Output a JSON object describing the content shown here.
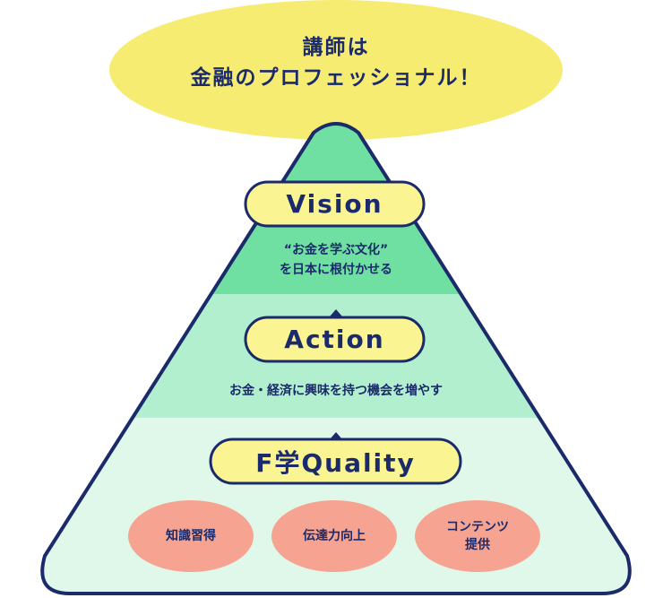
{
  "headline": {
    "line1": "講師は",
    "line2": "金融のプロフェッショナル！"
  },
  "tiers": {
    "vision": {
      "label": "Vision",
      "text_line1": "“お金を学ぶ文化”",
      "text_line2": "を日本に根付かせる"
    },
    "action": {
      "label": "Action",
      "text": "お金・経済に興味を持つ機会を増やす"
    },
    "quality": {
      "label": "F学Quality",
      "items": [
        {
          "line1": "知識習得",
          "line2": ""
        },
        {
          "line1": "伝達力向上",
          "line2": ""
        },
        {
          "line1": "コンテンツ",
          "line2": "提供"
        }
      ]
    }
  },
  "colors": {
    "ellipse": "#f6ec72",
    "tier_top": "#6fdfa2",
    "tier_mid": "#b2efcf",
    "tier_bottom": "#dff8ea",
    "outline": "#1b2a6b",
    "pill": "#fbf493",
    "bubble": "#f6a391"
  }
}
